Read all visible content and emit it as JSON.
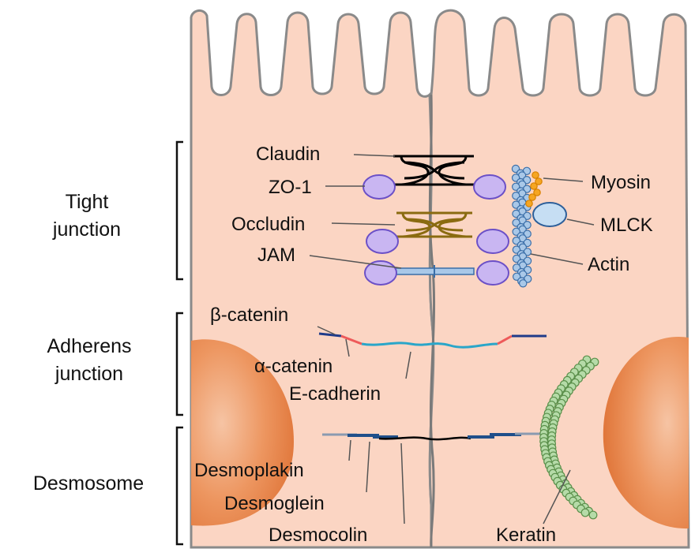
{
  "groups": {
    "tight_junction": [
      "Tight",
      "junction"
    ],
    "adherens_junction": [
      "Adherens",
      "junction"
    ],
    "desmosome": [
      "Desmosome"
    ]
  },
  "labels": {
    "claudin": "Claudin",
    "zo1": "ZO-1",
    "occludin": "Occludin",
    "jam": "JAM",
    "myosin": "Myosin",
    "mlck": "MLCK",
    "actin": "Actin",
    "beta_catenin": "β-catenin",
    "alpha_catenin": "α-catenin",
    "e_cadherin": "E-cadherin",
    "desmoplakin": "Desmoplakin",
    "desmoglein": "Desmoglein",
    "desmocolin": "Desmocolin",
    "keratin": "Keratin"
  },
  "colors": {
    "cell": "#fbd5c3",
    "cell_border": "#8a8a8a",
    "nucleus": "#ea8a52",
    "zo1": "#c9b6f2",
    "claudin": "#000000",
    "occludin": "#8a6b10",
    "jam": "#a9c8e8",
    "actin": "#a9c8e8",
    "myosin": "#f5a623",
    "mlck": "#c6def3",
    "e_cadherin": "#2aa6c9",
    "alpha_catenin": "#ee5a5a",
    "beta_catenin": "#1f3b8a",
    "keratin": "#b5dba8",
    "desmosome": "#1f4f8a"
  }
}
